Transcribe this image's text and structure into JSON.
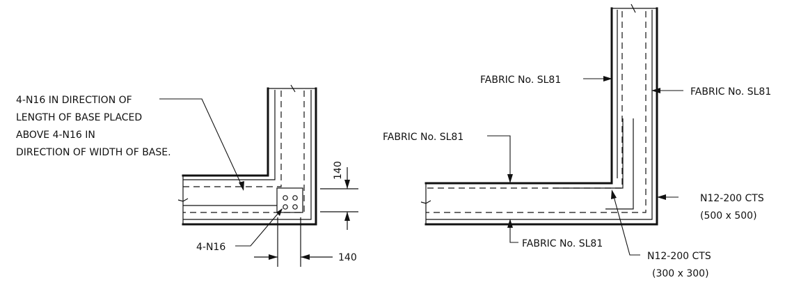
{
  "left_detail": {
    "note_lines": [
      "4-N16 IN DIRECTION OF",
      "LENGTH OF BASE PLACED",
      "ABOVE 4-N16 IN",
      "DIRECTION OF WIDTH OF BASE."
    ],
    "bar_label": "4-N16",
    "dim_vertical": "140",
    "dim_horizontal": "140"
  },
  "right_detail": {
    "fabric_upper_left": "FABRIC No. SL81",
    "fabric_upper_right": "FABRIC No. SL81",
    "fabric_left": "FABRIC No. SL81",
    "fabric_bottom": "FABRIC No. SL81",
    "n12_right_line1": "N12-200 CTS",
    "n12_right_line2": "(500 x 500)",
    "n12_bottom_line1": "N12-200 CTS",
    "n12_bottom_line2": "(300 x 300)"
  }
}
